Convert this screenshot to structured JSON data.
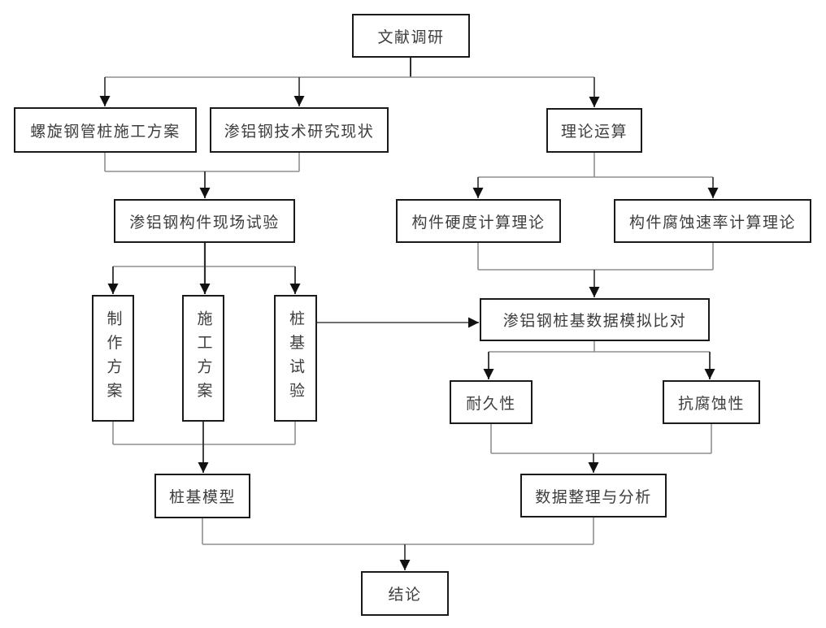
{
  "diagram": {
    "type": "flowchart",
    "language": "zh-CN",
    "colors": {
      "background": "#ffffff",
      "box_border": "#1a1a1a",
      "text": "#3d3d3d",
      "rail_line": "#8f8f8f",
      "arrow_line": "#2e2e2e",
      "arrowhead": "#111111"
    },
    "nodes": {
      "literature": {
        "label": "文献调研"
      },
      "spiral_pipe_plan": {
        "label": "螺旋钢管桩施工方案"
      },
      "aluminized_status": {
        "label": "渗铝钢技术研究现状"
      },
      "theory_computation": {
        "label": "理论运算"
      },
      "field_test": {
        "label": "渗铝钢构件现场试验"
      },
      "hardness_theory": {
        "label": "构件硬度计算理论"
      },
      "corrosion_rate_theory": {
        "label": "构件腐蚀速率计算理论"
      },
      "fabrication_plan": {
        "label": "制作方案",
        "orientation": "vertical"
      },
      "construction_plan": {
        "label": "施工方案",
        "orientation": "vertical"
      },
      "pile_test": {
        "label": "桩基试验",
        "orientation": "vertical"
      },
      "simulation_compare": {
        "label": "渗铝钢桩基数据模拟比对"
      },
      "durability": {
        "label": "耐久性"
      },
      "anti_corrosion": {
        "label": "抗腐蚀性"
      },
      "pile_model": {
        "label": "桩基模型"
      },
      "data_analysis": {
        "label": "数据整理与分析"
      },
      "conclusion": {
        "label": "结论"
      }
    },
    "edges": [
      {
        "from": "literature",
        "to": "spiral_pipe_plan"
      },
      {
        "from": "literature",
        "to": "aluminized_status"
      },
      {
        "from": "literature",
        "to": "theory_computation"
      },
      {
        "from": "spiral_pipe_plan",
        "to": "field_test"
      },
      {
        "from": "aluminized_status",
        "to": "field_test"
      },
      {
        "from": "theory_computation",
        "to": "hardness_theory"
      },
      {
        "from": "theory_computation",
        "to": "corrosion_rate_theory"
      },
      {
        "from": "field_test",
        "to": "fabrication_plan"
      },
      {
        "from": "field_test",
        "to": "construction_plan"
      },
      {
        "from": "field_test",
        "to": "pile_test"
      },
      {
        "from": "hardness_theory",
        "to": "simulation_compare"
      },
      {
        "from": "corrosion_rate_theory",
        "to": "simulation_compare"
      },
      {
        "from": "pile_test",
        "to": "simulation_compare"
      },
      {
        "from": "simulation_compare",
        "to": "durability"
      },
      {
        "from": "simulation_compare",
        "to": "anti_corrosion"
      },
      {
        "from": "fabrication_plan",
        "to": "pile_model"
      },
      {
        "from": "construction_plan",
        "to": "pile_model"
      },
      {
        "from": "pile_test",
        "to": "pile_model"
      },
      {
        "from": "durability",
        "to": "data_analysis"
      },
      {
        "from": "anti_corrosion",
        "to": "data_analysis"
      },
      {
        "from": "pile_model",
        "to": "conclusion"
      },
      {
        "from": "data_analysis",
        "to": "conclusion"
      }
    ]
  }
}
